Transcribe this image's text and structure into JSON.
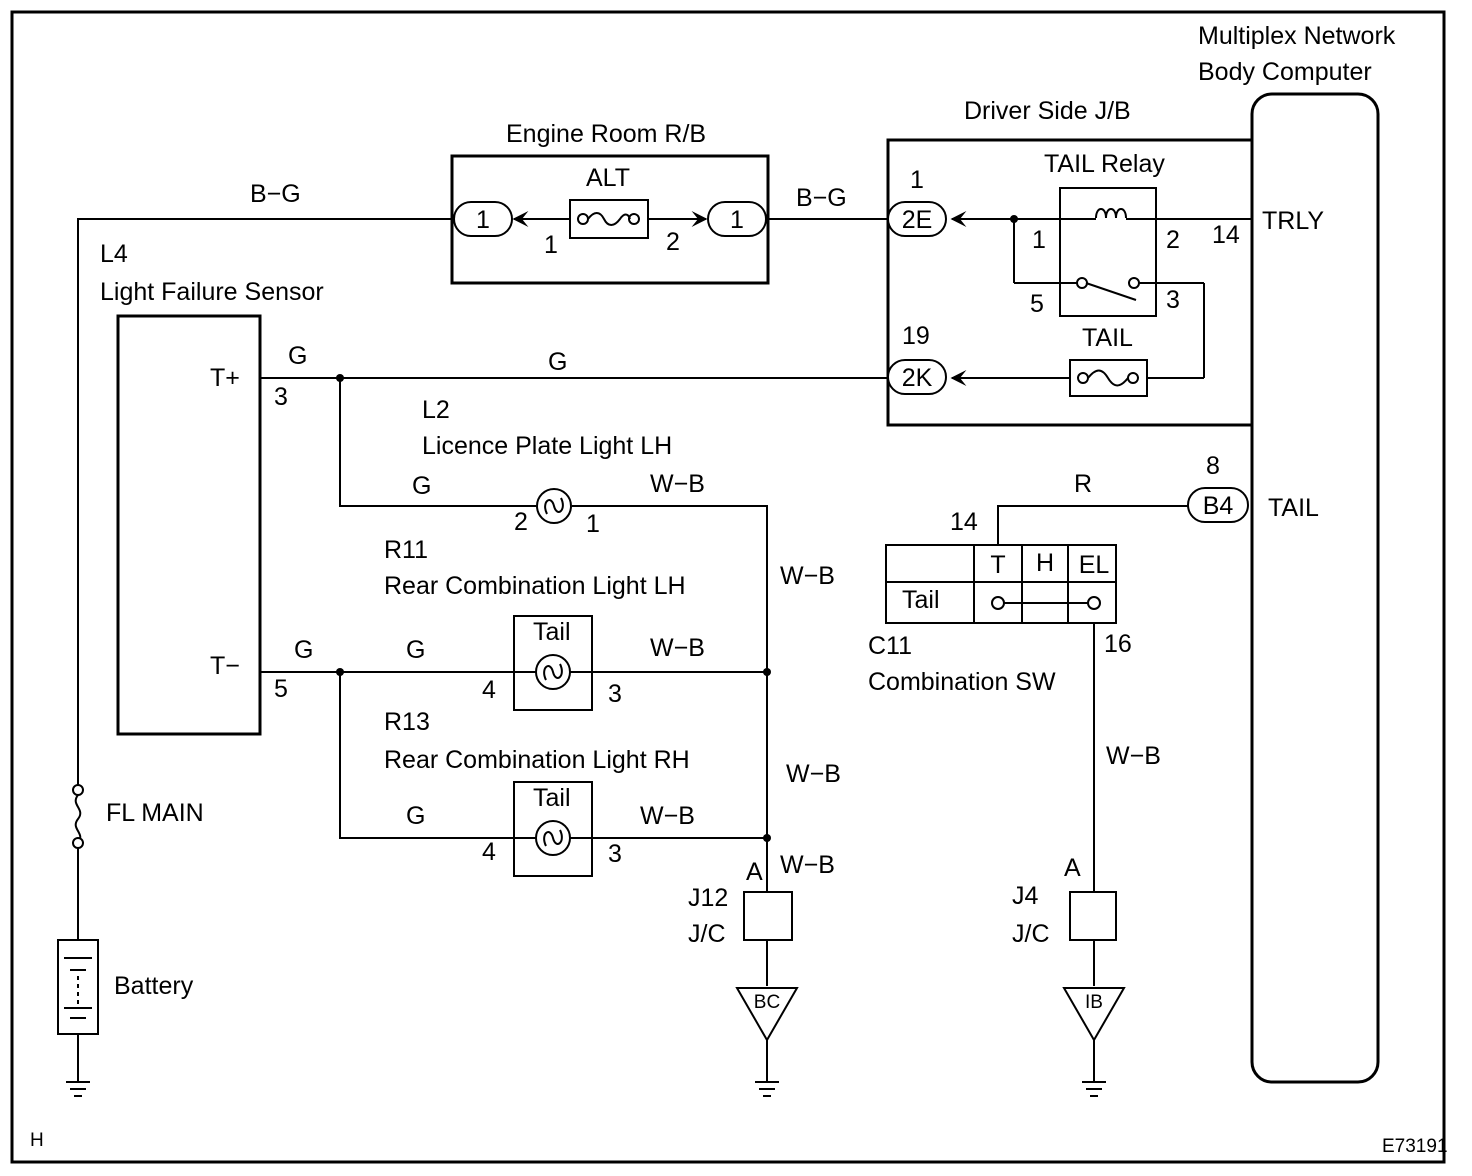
{
  "body_computer": {
    "title_line1": "Multiplex Network",
    "title_line2": "Body Computer",
    "trly_label": "TRLY",
    "tail_label": "TAIL",
    "trly_pin": "14",
    "tail_pin": "8",
    "tail_connector": "B4"
  },
  "engine_room_rb": {
    "title": "Engine Room R/B",
    "fuse": "ALT",
    "left_connector": "1",
    "right_connector": "1",
    "pin_left": "1",
    "pin_right": "2"
  },
  "driver_side_jb": {
    "title": "Driver Side J/B",
    "relay_title": "TAIL Relay",
    "fuse": "TAIL",
    "connector_2e": "2E",
    "pin_2e": "1",
    "connector_2k": "2K",
    "pin_2k": "19",
    "relay_pin_1": "1",
    "relay_pin_2": "2",
    "relay_pin_3": "3",
    "relay_pin_5": "5"
  },
  "light_failure_sensor": {
    "code": "L4",
    "name": "Light Failure Sensor",
    "terminal_plus": "T+",
    "terminal_minus": "T−",
    "pin_plus": "3",
    "pin_minus": "5"
  },
  "licence_plate_light": {
    "code": "L2",
    "name": "Licence Plate Light LH",
    "pin_in": "2",
    "pin_out": "1"
  },
  "rear_combination_lh": {
    "code": "R11",
    "name": "Rear Combination Light LH",
    "bulb_label": "Tail",
    "pin_in": "4",
    "pin_out": "3"
  },
  "rear_combination_rh": {
    "code": "R13",
    "name": "Rear Combination Light RH",
    "bulb_label": "Tail",
    "pin_in": "4",
    "pin_out": "3"
  },
  "combination_sw": {
    "code": "C11",
    "name": "Combination SW",
    "col_t": "T",
    "col_h": "H",
    "col_el": "EL",
    "row_label": "Tail",
    "pin_in": "14",
    "pin_out": "16"
  },
  "junction_j12": {
    "code": "J12",
    "type": "J/C",
    "pin": "A",
    "ground": "BC"
  },
  "junction_j4": {
    "code": "J4",
    "type": "J/C",
    "pin": "A",
    "ground": "IB"
  },
  "fuse_fl_main": "FL MAIN",
  "battery": "Battery",
  "wires": {
    "b_g_left": "B−G",
    "b_g_right": "B−G",
    "g_sensor_plus": "G",
    "g_main": "G",
    "g_licence": "G",
    "w_b_licence": "W−B",
    "w_b_vertical_1": "W−B",
    "g_sensor_minus": "G",
    "g_lh": "G",
    "w_b_lh": "W−B",
    "w_b_vertical_2": "W−B",
    "g_rh": "G",
    "w_b_rh": "W−B",
    "w_b_to_j12": "W−B",
    "r_switch": "R",
    "w_b_switch": "W−B"
  },
  "corner_left": "H",
  "corner_right": "E73191"
}
